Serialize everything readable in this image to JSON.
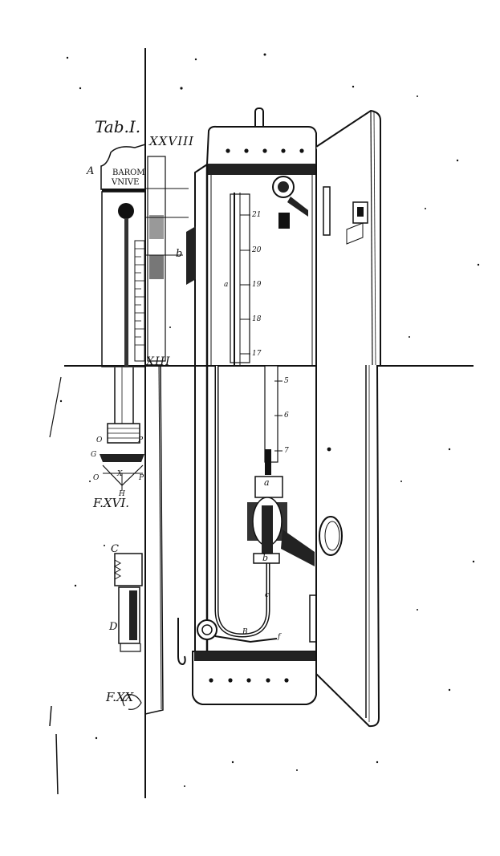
{
  "plate": {
    "title": "Tab.I.",
    "roman_top": "XXVIII",
    "roman_bottom": "XIII",
    "inscription_line1": "BAROM",
    "inscription_line2": "VNIVE",
    "fig_small_1": "F.XVI.",
    "fig_small_2": "F.XX"
  },
  "letters": {
    "A": "A",
    "b": "b",
    "O_top": "O",
    "P_top": "P",
    "G": "G",
    "O_bot": "O",
    "X": "X",
    "Pb": "P",
    "H": "H",
    "C": "C",
    "D": "D",
    "a": "a",
    "b2": "b",
    "B": "B",
    "f": "f",
    "c": "c",
    "aa": "a"
  },
  "scale_upper": [
    "21",
    "20",
    "19",
    "18",
    "17"
  ],
  "scale_lower": [
    "5",
    "6",
    "7"
  ],
  "colors": {
    "ink": "#111111",
    "paper": "#ffffff"
  }
}
